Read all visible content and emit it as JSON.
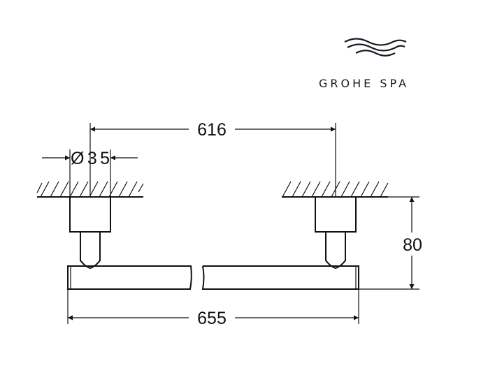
{
  "logo": {
    "brand": "GROHE SPA"
  },
  "dimensions": {
    "centre_distance": "616",
    "diameter": "Ø35",
    "projection": "80",
    "overall_length": "655"
  },
  "colors": {
    "line": "#111111",
    "logo": "#1a1a24"
  }
}
